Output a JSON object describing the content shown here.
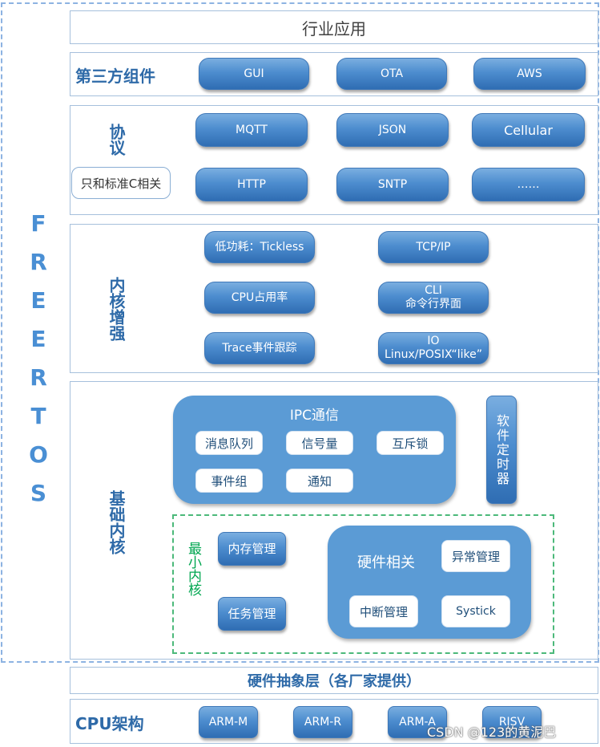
{
  "brand": {
    "letters": [
      "F",
      "R",
      "E",
      "E",
      "R",
      "T",
      "O",
      "S"
    ]
  },
  "layers": {
    "industry_apps": {
      "title": "行业应用"
    },
    "third_party": {
      "title": "第三方组件",
      "items": [
        "GUI",
        "OTA",
        "AWS"
      ]
    },
    "protocols": {
      "title": "协议",
      "note": "只和标准C相关",
      "row1": [
        "MQTT",
        "JSON",
        "Cellular"
      ],
      "row2": [
        "HTTP",
        "SNTP",
        "……"
      ]
    },
    "kernel_enhance": {
      "title": "内核增强",
      "left": [
        "低功耗：Tickless",
        "CPU占用率",
        "Trace事件跟踪"
      ],
      "right_1": "TCP/IP",
      "right_2": [
        "CLI",
        "命令行界面"
      ],
      "right_3": [
        "IO",
        "Linux/POSIX“like”"
      ]
    },
    "base_kernel": {
      "title": "基础内核",
      "ipc": {
        "title": "IPC通信",
        "items": [
          "消息队列",
          "信号量",
          "互斥锁",
          "事件组",
          "通知"
        ]
      },
      "software_timer": "软件定时器",
      "min_kernel": {
        "title": "最小内核",
        "items": [
          "内存管理",
          "任务管理"
        ],
        "hardware": {
          "title": "硬件相关",
          "items": [
            "异常管理",
            "中断管理",
            "Systick"
          ]
        }
      }
    },
    "hal": {
      "title": "硬件抽象层（各厂家提供）"
    },
    "cpu": {
      "title": "CPU架构",
      "items": [
        "ARM-M",
        "ARM-R",
        "ARM-A",
        "RISV"
      ]
    }
  },
  "watermark": "CSDN @123的黄泥巴",
  "colors": {
    "accent": "#2e6aa8",
    "pill_blue": "#4d8dcf",
    "panel_blue": "#5b9bd5",
    "green_dash": "#4cb97a",
    "min_kernel_text": "#00a650",
    "dashed_outline": "#8db3e2"
  }
}
